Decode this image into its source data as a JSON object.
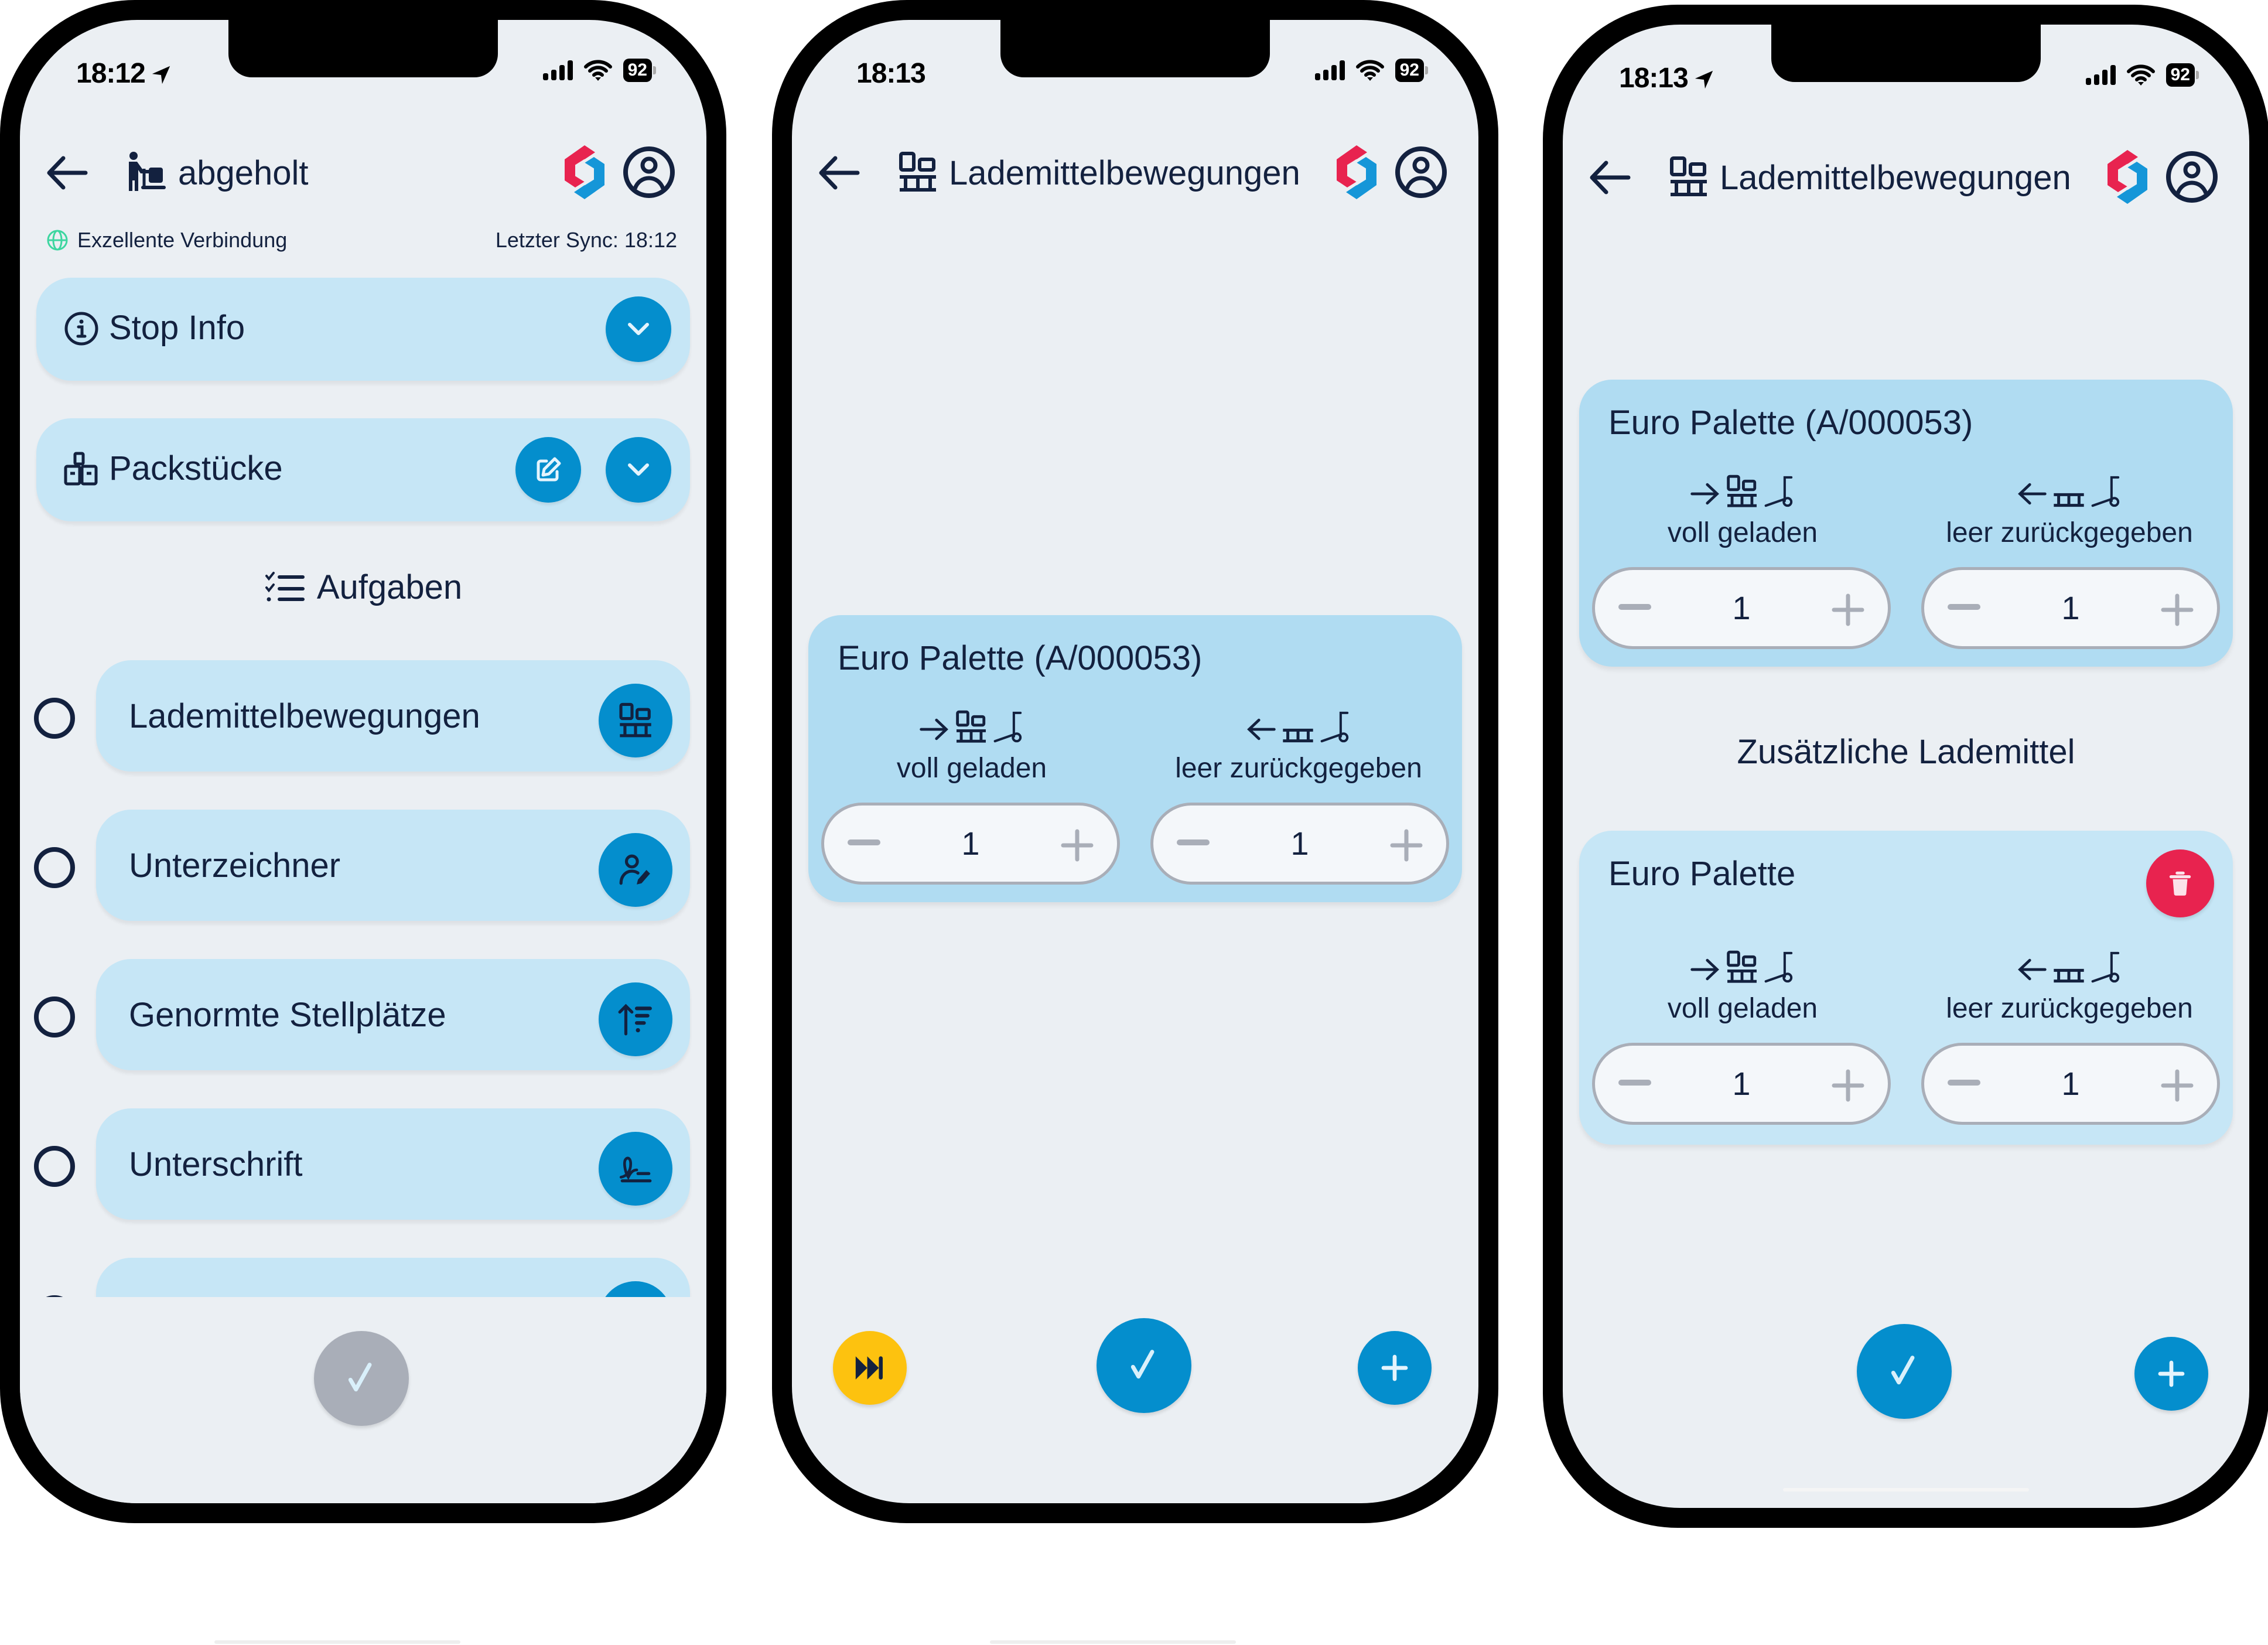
{
  "colors": {
    "background": "#ebeff3",
    "card": "#c6e6f6",
    "card_active": "#b0dcf2",
    "primary": "#048ecd",
    "text": "#13213f",
    "disabled": "#a9aeb8",
    "skip": "#fdc20f",
    "danger": "#e8234f",
    "connection_ok": "#3dd6a0"
  },
  "phones": [
    {
      "status": {
        "time": "18:12",
        "location_arrow": true,
        "battery": "92"
      },
      "appbar": {
        "title": "abgeholt",
        "title_icon": "person-pallet-jack-icon"
      },
      "connection": {
        "label": "Exzellente Verbindung",
        "last_sync": "Letzter Sync: 18:12"
      },
      "accordions": [
        {
          "label": "Stop Info",
          "icon": "info-icon",
          "actions": [
            "chevron-down"
          ]
        },
        {
          "label": "Packstücke",
          "icon": "packages-icon",
          "actions": [
            "edit",
            "chevron-down"
          ]
        }
      ],
      "tasks_title": "Aufgaben",
      "tasks": [
        {
          "label": "Lademittelbewegungen",
          "icon": "pallet-icon",
          "done": false
        },
        {
          "label": "Unterzeichner",
          "icon": "user-edit-icon",
          "done": false
        },
        {
          "label": "Genormte Stellplätze",
          "icon": "sort-ascending-icon",
          "done": false
        },
        {
          "label": "Unterschrift",
          "icon": "signature-icon",
          "done": false
        }
      ],
      "confirm_button": {
        "state": "disabled",
        "icon": "check-icon"
      }
    },
    {
      "status": {
        "time": "18:13",
        "location_arrow": false,
        "battery": "92"
      },
      "appbar": {
        "title": "Lademittelbewegungen",
        "title_icon": "pallet-icon"
      },
      "cards": [
        {
          "name": "Euro Palette (A/000053)",
          "loaded": {
            "caption": "voll geladen",
            "value": "1"
          },
          "returned": {
            "caption": "leer zurückgegeben",
            "value": "1"
          }
        }
      ],
      "fabs": {
        "skip": "skip-forward-icon",
        "confirm": "check-icon",
        "add": "plus-icon"
      }
    },
    {
      "status": {
        "time": "18:13",
        "location_arrow": true,
        "battery": "92"
      },
      "appbar": {
        "title": "Lademittelbewegungen",
        "title_icon": "pallet-icon"
      },
      "cards": [
        {
          "name": "Euro Palette (A/000053)",
          "loaded": {
            "caption": "voll geladen",
            "value": "1"
          },
          "returned": {
            "caption": "leer zurückgegeben",
            "value": "1"
          }
        }
      ],
      "additional_title": "Zusätzliche Lademittel",
      "additional_cards": [
        {
          "name": "Euro Palette",
          "loaded": {
            "caption": "voll geladen",
            "value": "1"
          },
          "returned": {
            "caption": "leer zurückgegeben",
            "value": "1"
          },
          "delete": "trash-icon"
        }
      ],
      "fabs": {
        "confirm": "check-icon",
        "add": "plus-icon"
      }
    }
  ]
}
